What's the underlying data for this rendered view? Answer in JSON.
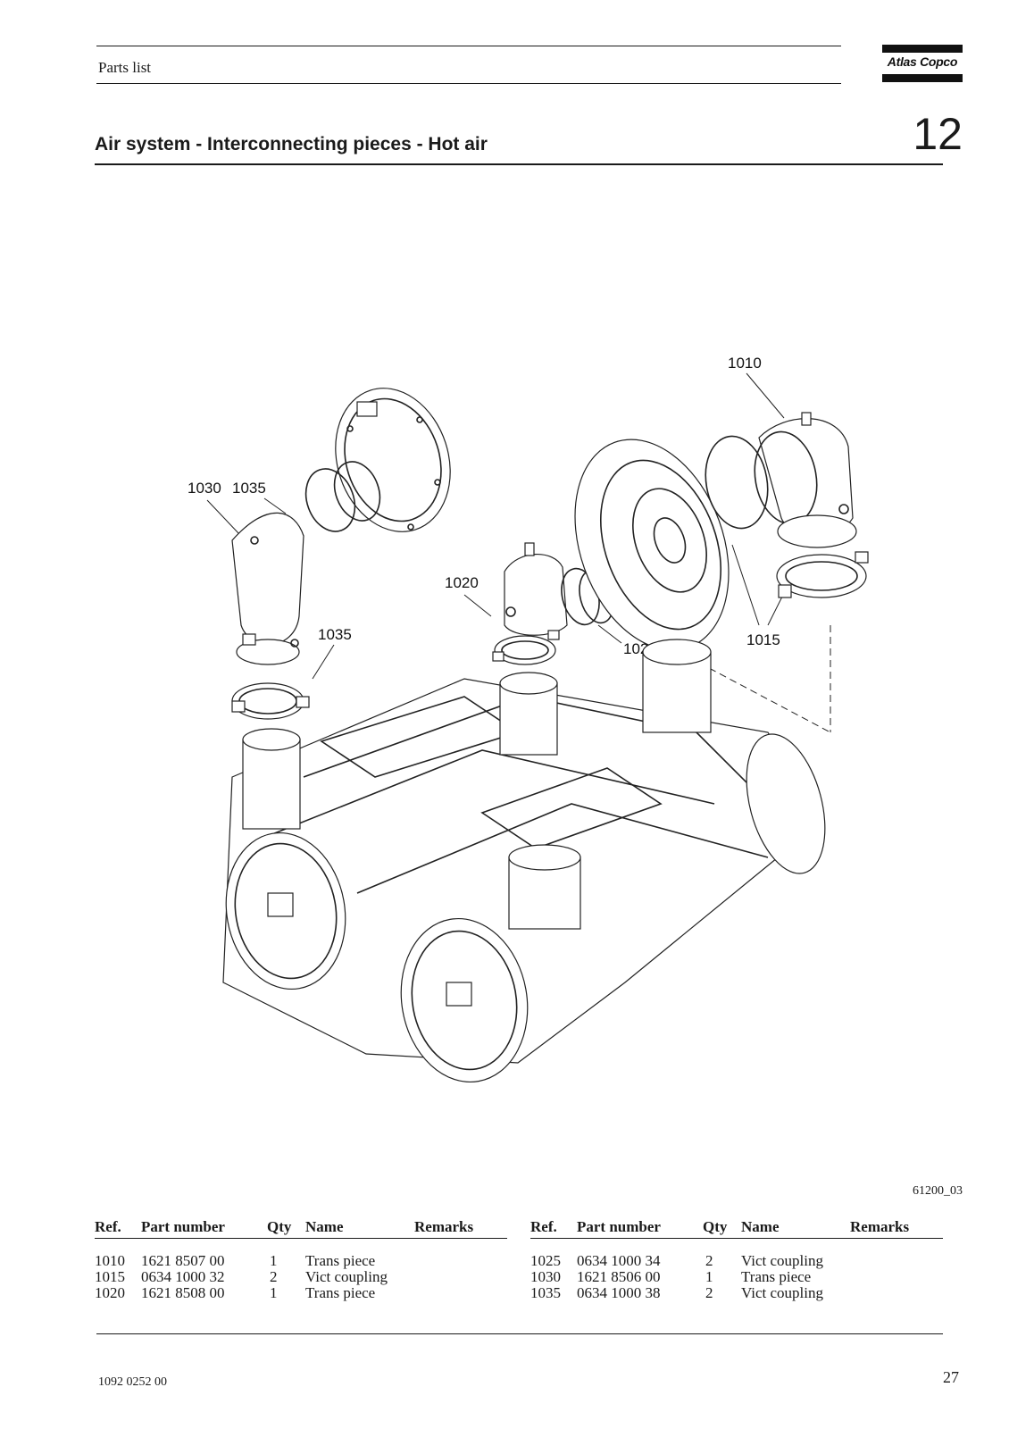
{
  "header": {
    "section": "Parts list",
    "brand": "Atlas Copco",
    "title": "Air system - Interconnecting pieces - Hot air",
    "chapter": "12"
  },
  "drawing": {
    "callouts": [
      "1010",
      "1030",
      "1035",
      "1020",
      "1035",
      "1025",
      "1015"
    ],
    "id": "61200_03"
  },
  "table": {
    "headers": {
      "ref": "Ref.",
      "part": "Part number",
      "qty": "Qty",
      "name": "Name",
      "remarks": "Remarks"
    },
    "left_rows": [
      {
        "ref": "1010",
        "part": "1621 8507 00",
        "qty": "1",
        "name": "Trans piece",
        "remarks": ""
      },
      {
        "ref": "1015",
        "part": "0634 1000 32",
        "qty": "2",
        "name": "Vict coupling",
        "remarks": ""
      },
      {
        "ref": "1020",
        "part": "1621 8508 00",
        "qty": "1",
        "name": "Trans piece",
        "remarks": ""
      }
    ],
    "right_rows": [
      {
        "ref": "1025",
        "part": "0634 1000 34",
        "qty": "2",
        "name": "Vict coupling",
        "remarks": ""
      },
      {
        "ref": "1030",
        "part": "1621 8506 00",
        "qty": "1",
        "name": "Trans piece",
        "remarks": ""
      },
      {
        "ref": "1035",
        "part": "0634 1000 38",
        "qty": "2",
        "name": "Vict coupling",
        "remarks": ""
      }
    ]
  },
  "footer": {
    "doc_number": "1092 0252 00",
    "page": "27"
  }
}
